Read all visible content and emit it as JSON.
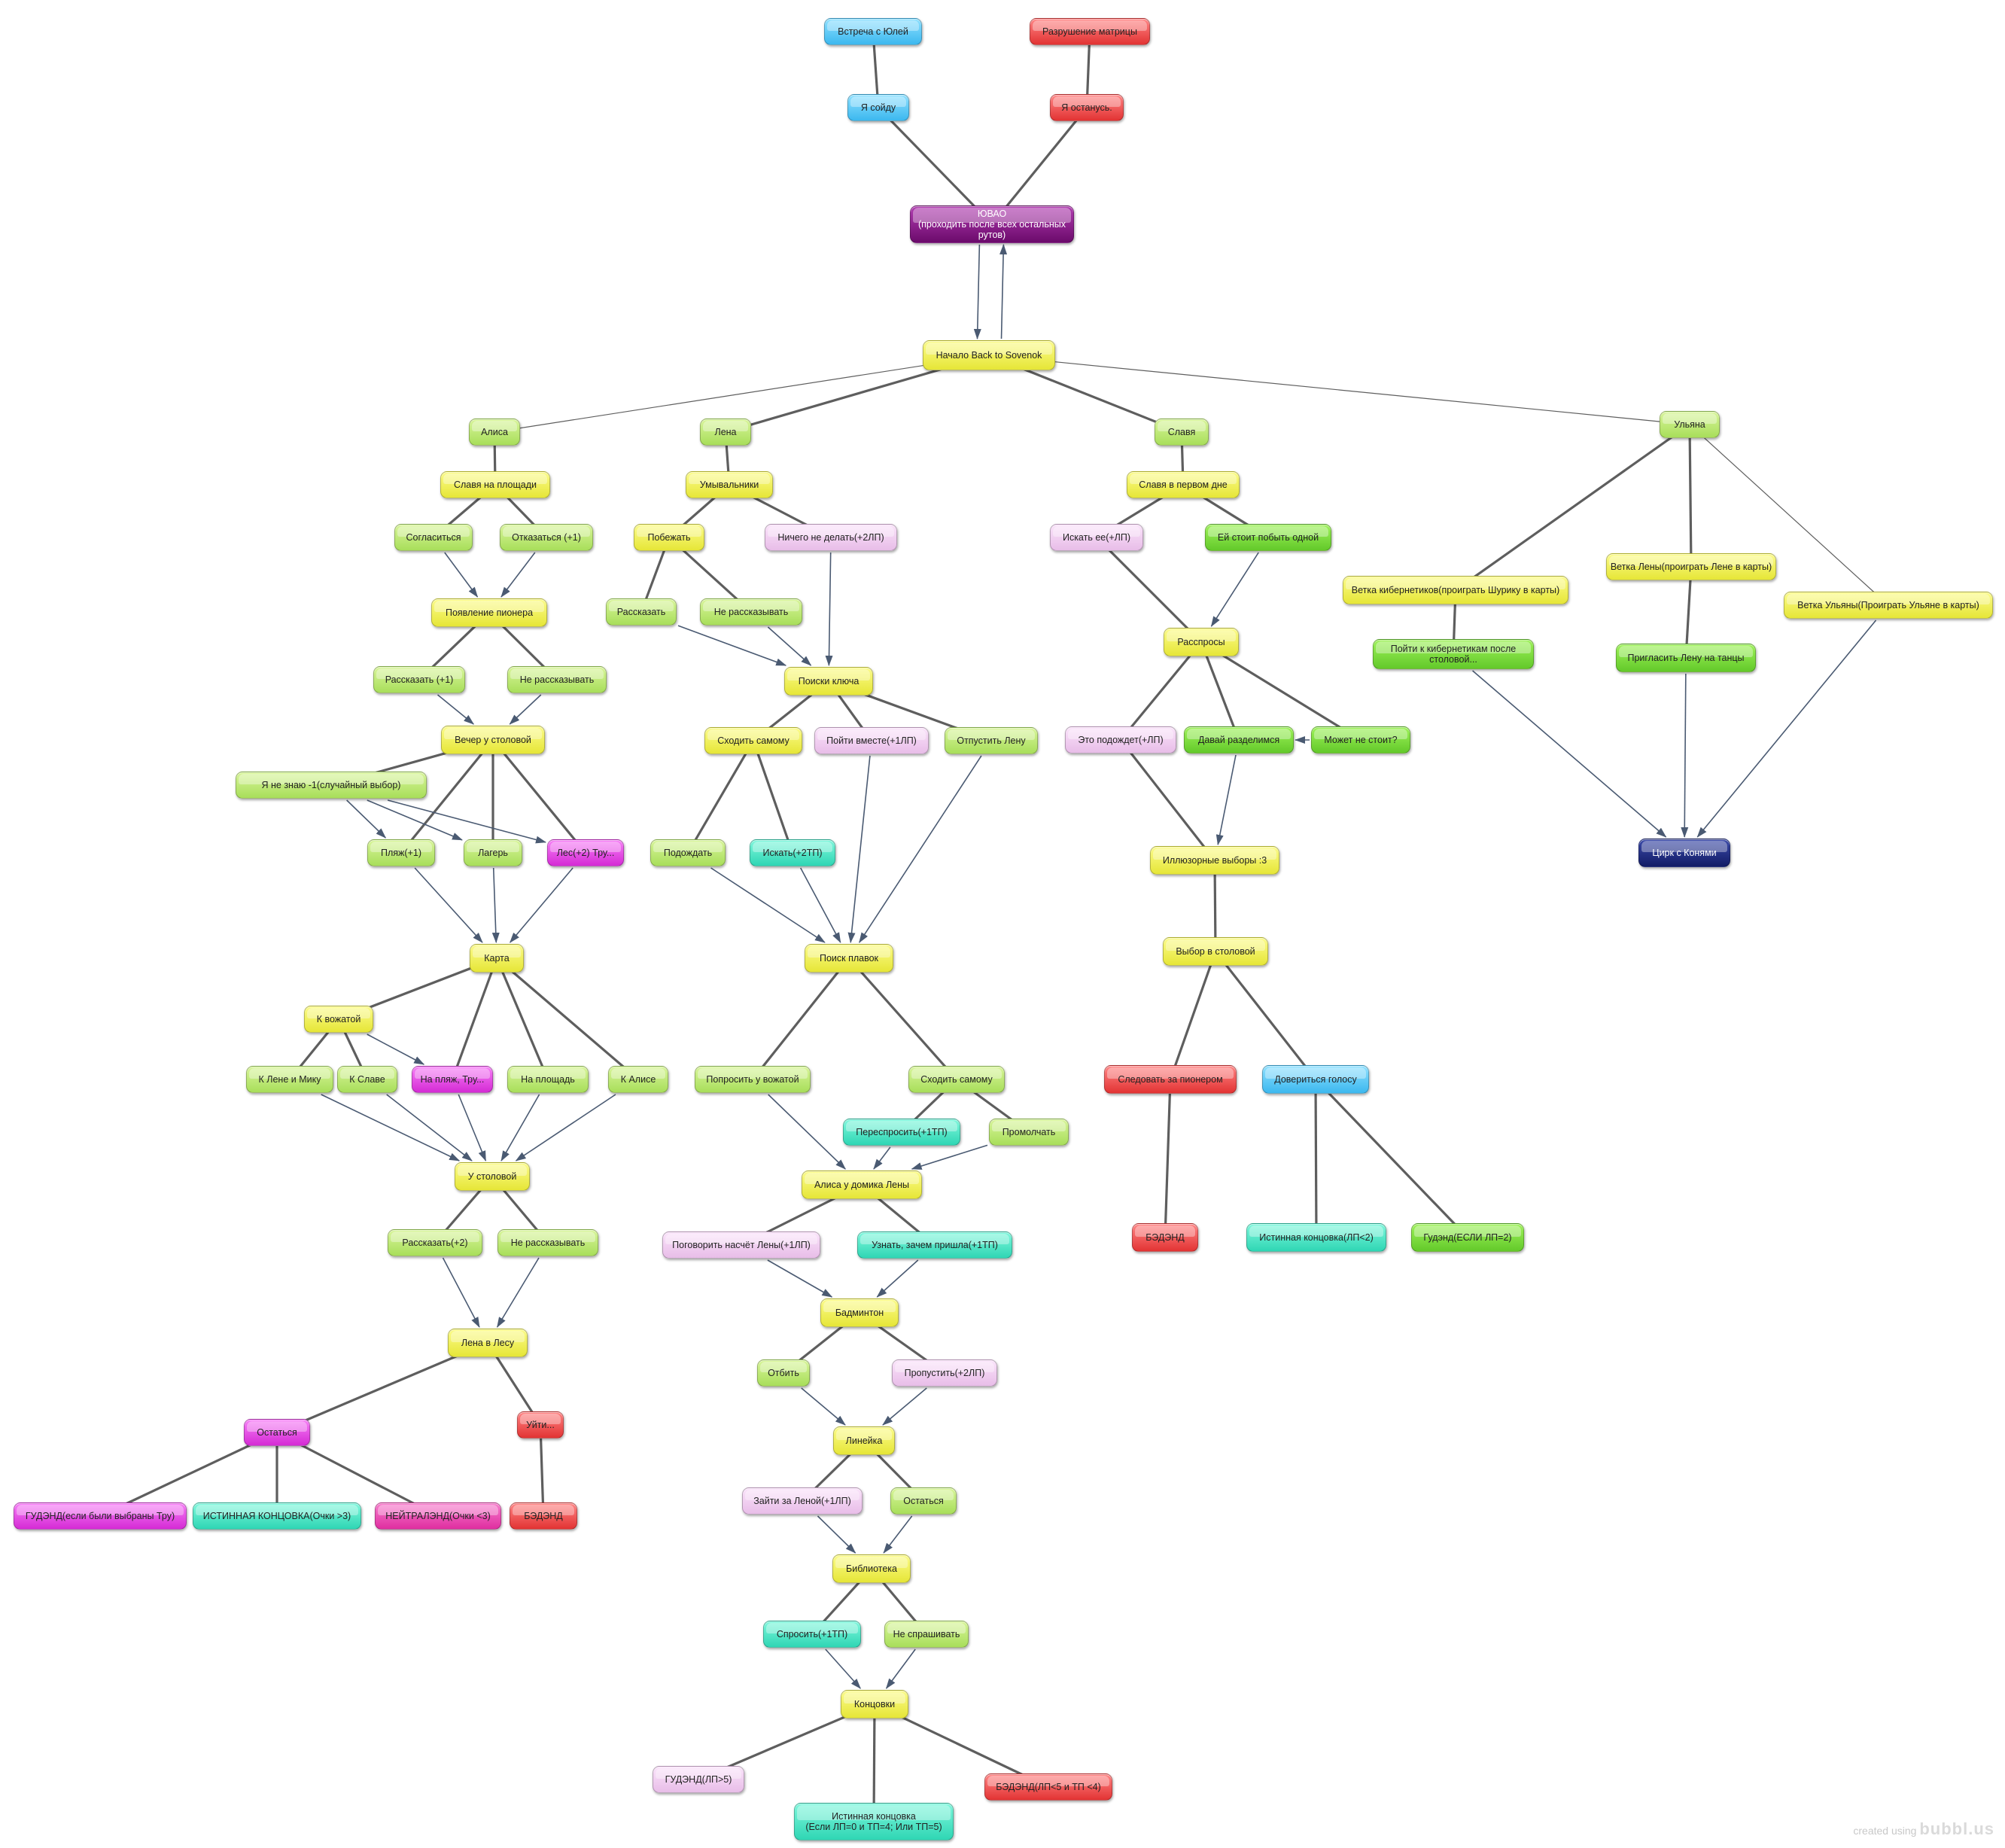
{
  "diagram": {
    "credit_prefix": "created using",
    "credit_brand": "bubbl.us",
    "nodes": [
      {
        "id": "yuli",
        "text": "Встреча с Юлей",
        "color": "blue"
      },
      {
        "id": "matrix",
        "text": "Разрушение матрицы",
        "color": "red"
      },
      {
        "id": "sojdu",
        "text": "Я сойду",
        "color": "blue"
      },
      {
        "id": "ostanus",
        "text": "Я останусь.",
        "color": "red"
      },
      {
        "id": "iovao",
        "text": "ЮВАО\n(проходить после всех остальных рутов)",
        "color": "purple"
      },
      {
        "id": "start",
        "text": "Начало Back to Sovenok",
        "color": "yellow"
      },
      {
        "id": "alisa",
        "text": "Алиса",
        "color": "lime"
      },
      {
        "id": "lena",
        "text": "Лена",
        "color": "lime"
      },
      {
        "id": "slavya",
        "text": "Славя",
        "color": "lime"
      },
      {
        "id": "ulyana",
        "text": "Ульяна",
        "color": "lime"
      },
      {
        "id": "a_slava_pl",
        "text": "Славя на площади",
        "color": "yellow"
      },
      {
        "id": "a_agree",
        "text": "Согласиться",
        "color": "lime"
      },
      {
        "id": "a_refuse",
        "text": "Отказаться (+1)",
        "color": "lime"
      },
      {
        "id": "a_pioneer",
        "text": "Появление пионера",
        "color": "yellow"
      },
      {
        "id": "a_tell1",
        "text": "Рассказать (+1)",
        "color": "lime"
      },
      {
        "id": "a_notell1",
        "text": "Не рассказывать",
        "color": "lime"
      },
      {
        "id": "a_vecher",
        "text": "Вечер у столовой",
        "color": "yellow"
      },
      {
        "id": "a_dunno",
        "text": "Я не знаю -1(случайный выбор)",
        "color": "lime"
      },
      {
        "id": "a_beach",
        "text": "Пляж(+1)",
        "color": "lime"
      },
      {
        "id": "a_camp",
        "text": "Лагерь",
        "color": "lime"
      },
      {
        "id": "a_forest",
        "text": "Лес(+2) Тру...",
        "color": "magenta"
      },
      {
        "id": "a_karta",
        "text": "Карта",
        "color": "yellow"
      },
      {
        "id": "a_vozh",
        "text": "К вожатой",
        "color": "yellow"
      },
      {
        "id": "a_lenamiku",
        "text": "К Лене и Мику",
        "color": "lime"
      },
      {
        "id": "a_kslave",
        "text": "К Славе",
        "color": "lime"
      },
      {
        "id": "a_beachtru",
        "text": "На пляж, Тру...",
        "color": "magenta"
      },
      {
        "id": "a_ploshad",
        "text": "На площадь",
        "color": "lime"
      },
      {
        "id": "a_kalise",
        "text": "К Алисе",
        "color": "lime"
      },
      {
        "id": "a_ustol",
        "text": "У столовой",
        "color": "yellow"
      },
      {
        "id": "a_tell2",
        "text": "Рассказать(+2)",
        "color": "lime"
      },
      {
        "id": "a_notell2",
        "text": "Не рассказывать",
        "color": "lime"
      },
      {
        "id": "a_lenales",
        "text": "Лена в Лесу",
        "color": "yellow"
      },
      {
        "id": "a_stay",
        "text": "Остаться",
        "color": "magenta"
      },
      {
        "id": "a_leave",
        "text": "Уйти...",
        "color": "red"
      },
      {
        "id": "a_good",
        "text": "ГУДЭНД(если были выбраны Тру)",
        "color": "magenta"
      },
      {
        "id": "a_true",
        "text": "ИСТИННАЯ КОНЦОВКА(Очки >3)",
        "color": "cyan"
      },
      {
        "id": "a_neutral",
        "text": "НЕЙТРАЛЭНД(Очки <3)",
        "color": "hotpink"
      },
      {
        "id": "a_bad",
        "text": "БЭДЭНД",
        "color": "red"
      },
      {
        "id": "l_umyv",
        "text": "Умывальники",
        "color": "yellow"
      },
      {
        "id": "l_run",
        "text": "Побежать",
        "color": "yellow"
      },
      {
        "id": "l_nothing",
        "text": "Ничего не делать(+2ЛП)",
        "color": "pink"
      },
      {
        "id": "l_tell",
        "text": "Рассказать",
        "color": "lime"
      },
      {
        "id": "l_notell",
        "text": "Не рассказывать",
        "color": "lime"
      },
      {
        "id": "l_key",
        "text": "Поиски ключа",
        "color": "yellow"
      },
      {
        "id": "l_goalone",
        "text": "Сходить самому",
        "color": "yellow"
      },
      {
        "id": "l_together",
        "text": "Пойти вместе(+1ЛП)",
        "color": "pink"
      },
      {
        "id": "l_letgo",
        "text": "Отпустить Лену",
        "color": "lime"
      },
      {
        "id": "l_wait",
        "text": "Подождать",
        "color": "lime"
      },
      {
        "id": "l_search",
        "text": "Искать(+2ТП)",
        "color": "cyan"
      },
      {
        "id": "l_swim",
        "text": "Поиск плавок",
        "color": "yellow"
      },
      {
        "id": "l_askvozh",
        "text": "Попросить у вожатой",
        "color": "lime"
      },
      {
        "id": "l_goalone2",
        "text": "Сходить самому",
        "color": "lime"
      },
      {
        "id": "l_reask",
        "text": "Переспросить(+1ТП)",
        "color": "cyan"
      },
      {
        "id": "l_silent",
        "text": "Промолчать",
        "color": "lime"
      },
      {
        "id": "l_alisahouse",
        "text": "Алиса у домика Лены",
        "color": "yellow"
      },
      {
        "id": "l_talklena",
        "text": "Поговорить насчёт Лены(+1ЛП)",
        "color": "pink"
      },
      {
        "id": "l_whycame",
        "text": "Узнать, зачем пришла(+1ТП)",
        "color": "cyan"
      },
      {
        "id": "l_badm",
        "text": "Бадминтон",
        "color": "yellow"
      },
      {
        "id": "l_hit",
        "text": "Отбить",
        "color": "lime"
      },
      {
        "id": "l_skip",
        "text": "Пропустить(+2ЛП)",
        "color": "pink"
      },
      {
        "id": "l_line",
        "text": "Линейка",
        "color": "yellow"
      },
      {
        "id": "l_forlena",
        "text": "Зайти за Леной(+1ЛП)",
        "color": "pink"
      },
      {
        "id": "l_stay",
        "text": "Остаться",
        "color": "lime"
      },
      {
        "id": "l_lib",
        "text": "Библиотека",
        "color": "yellow"
      },
      {
        "id": "l_ask",
        "text": "Спросить(+1ТП)",
        "color": "cyan"
      },
      {
        "id": "l_noask",
        "text": "Не спрашивать",
        "color": "lime"
      },
      {
        "id": "l_endings",
        "text": "Концовки",
        "color": "yellow"
      },
      {
        "id": "l_good",
        "text": "ГУДЭНД(ЛП>5)",
        "color": "pink"
      },
      {
        "id": "l_true",
        "text": "Истинная концовка\n(Если ЛП=0 и ТП=4; Или ТП=5)",
        "color": "cyan"
      },
      {
        "id": "l_bad",
        "text": "БЭДЭНД(ЛП<5 и ТП <4)",
        "color": "red"
      },
      {
        "id": "s_first",
        "text": "Славя в первом дне",
        "color": "yellow"
      },
      {
        "id": "s_seek",
        "text": "Искать ее(+ЛП)",
        "color": "pink"
      },
      {
        "id": "s_alone",
        "text": "Ей стоит побыть одной",
        "color": "green"
      },
      {
        "id": "s_quest",
        "text": "Расспросы",
        "color": "yellow"
      },
      {
        "id": "s_wait",
        "text": "Это подождет(+ЛП)",
        "color": "pink"
      },
      {
        "id": "s_split",
        "text": "Давай разделимся",
        "color": "green"
      },
      {
        "id": "s_maybe",
        "text": "Может не стоит?",
        "color": "green"
      },
      {
        "id": "s_illus",
        "text": "Иллюзорные выборы :3",
        "color": "yellow"
      },
      {
        "id": "s_canteen",
        "text": "Выбор в столовой",
        "color": "yellow"
      },
      {
        "id": "s_follow",
        "text": "Следовать за пионером",
        "color": "red"
      },
      {
        "id": "s_trust",
        "text": "Довериться голосу",
        "color": "blue"
      },
      {
        "id": "s_bad",
        "text": "БЭДЭНД",
        "color": "red"
      },
      {
        "id": "s_true",
        "text": "Истинная концовка(ЛП<2)",
        "color": "cyan"
      },
      {
        "id": "s_good",
        "text": "Гудэнд(ЕСЛИ ЛП=2)",
        "color": "green"
      },
      {
        "id": "u_cyber",
        "text": "Ветка кибернетиков(проиграть Шурику в карты)",
        "color": "yellow"
      },
      {
        "id": "u_lena",
        "text": "Ветка Лены(проиграть Лене в карты)",
        "color": "yellow"
      },
      {
        "id": "u_ulyana",
        "text": "Ветка Ульяны(Проиграть Ульяне в карты)",
        "color": "yellow"
      },
      {
        "id": "u_gocyber",
        "text": "Пойти к кибернетикам после столовой...",
        "color": "green"
      },
      {
        "id": "u_invite",
        "text": "Пригласить Лену на танцы",
        "color": "green"
      },
      {
        "id": "u_circus",
        "text": "Цирк с Конями",
        "color": "navy"
      }
    ],
    "edges": [
      [
        "yuli",
        "sojdu",
        "line"
      ],
      [
        "matrix",
        "ostanus",
        "line"
      ],
      [
        "sojdu",
        "iovao",
        "line"
      ],
      [
        "ostanus",
        "iovao",
        "line"
      ],
      [
        "iovao",
        "start",
        "arrow"
      ],
      [
        "start",
        "iovao",
        "arrow"
      ],
      [
        "start",
        "alisa",
        "thin"
      ],
      [
        "start",
        "lena",
        "line"
      ],
      [
        "start",
        "slavya",
        "line"
      ],
      [
        "start",
        "ulyana",
        "thin"
      ],
      [
        "alisa",
        "a_slava_pl",
        "line"
      ],
      [
        "a_slava_pl",
        "a_agree",
        "line"
      ],
      [
        "a_slava_pl",
        "a_refuse",
        "line"
      ],
      [
        "a_agree",
        "a_pioneer",
        "arrow"
      ],
      [
        "a_refuse",
        "a_pioneer",
        "arrow"
      ],
      [
        "a_pioneer",
        "a_tell1",
        "line"
      ],
      [
        "a_pioneer",
        "a_notell1",
        "line"
      ],
      [
        "a_tell1",
        "a_vecher",
        "arrow"
      ],
      [
        "a_notell1",
        "a_vecher",
        "arrow"
      ],
      [
        "a_vecher",
        "a_dunno",
        "line"
      ],
      [
        "a_vecher",
        "a_beach",
        "line"
      ],
      [
        "a_vecher",
        "a_camp",
        "line"
      ],
      [
        "a_vecher",
        "a_forest",
        "line"
      ],
      [
        "a_dunno",
        "a_beach",
        "arrow"
      ],
      [
        "a_dunno",
        "a_camp",
        "arrow"
      ],
      [
        "a_dunno",
        "a_forest",
        "arrow"
      ],
      [
        "a_beach",
        "a_karta",
        "arrow"
      ],
      [
        "a_camp",
        "a_karta",
        "arrow"
      ],
      [
        "a_forest",
        "a_karta",
        "arrow"
      ],
      [
        "a_karta",
        "a_vozh",
        "line"
      ],
      [
        "a_karta",
        "a_beachtru",
        "line"
      ],
      [
        "a_karta",
        "a_ploshad",
        "line"
      ],
      [
        "a_karta",
        "a_kalise",
        "line"
      ],
      [
        "a_vozh",
        "a_lenamiku",
        "line"
      ],
      [
        "a_vozh",
        "a_kslave",
        "line"
      ],
      [
        "a_vozh",
        "a_beachtru",
        "arrow"
      ],
      [
        "a_lenamiku",
        "a_ustol",
        "arrow"
      ],
      [
        "a_kslave",
        "a_ustol",
        "arrow"
      ],
      [
        "a_beachtru",
        "a_ustol",
        "arrow"
      ],
      [
        "a_ploshad",
        "a_ustol",
        "arrow"
      ],
      [
        "a_kalise",
        "a_ustol",
        "arrow"
      ],
      [
        "a_ustol",
        "a_tell2",
        "line"
      ],
      [
        "a_ustol",
        "a_notell2",
        "line"
      ],
      [
        "a_tell2",
        "a_lenales",
        "arrow"
      ],
      [
        "a_notell2",
        "a_lenales",
        "arrow"
      ],
      [
        "a_lenales",
        "a_stay",
        "line"
      ],
      [
        "a_lenales",
        "a_leave",
        "line"
      ],
      [
        "a_stay",
        "a_good",
        "line"
      ],
      [
        "a_stay",
        "a_true",
        "line"
      ],
      [
        "a_stay",
        "a_neutral",
        "line"
      ],
      [
        "a_leave",
        "a_bad",
        "line"
      ],
      [
        "lena",
        "l_umyv",
        "line"
      ],
      [
        "l_umyv",
        "l_run",
        "line"
      ],
      [
        "l_umyv",
        "l_nothing",
        "line"
      ],
      [
        "l_run",
        "l_tell",
        "line"
      ],
      [
        "l_run",
        "l_notell",
        "line"
      ],
      [
        "l_tell",
        "l_key",
        "arrow"
      ],
      [
        "l_notell",
        "l_key",
        "arrow"
      ],
      [
        "l_nothing",
        "l_key",
        "arrow"
      ],
      [
        "l_key",
        "l_goalone",
        "line"
      ],
      [
        "l_key",
        "l_together",
        "line"
      ],
      [
        "l_key",
        "l_letgo",
        "line"
      ],
      [
        "l_goalone",
        "l_wait",
        "line"
      ],
      [
        "l_goalone",
        "l_search",
        "line"
      ],
      [
        "l_wait",
        "l_swim",
        "arrow"
      ],
      [
        "l_search",
        "l_swim",
        "arrow"
      ],
      [
        "l_together",
        "l_swim",
        "arrow"
      ],
      [
        "l_letgo",
        "l_swim",
        "arrow"
      ],
      [
        "l_swim",
        "l_askvozh",
        "line"
      ],
      [
        "l_swim",
        "l_goalone2",
        "line"
      ],
      [
        "l_goalone2",
        "l_reask",
        "line"
      ],
      [
        "l_goalone2",
        "l_silent",
        "line"
      ],
      [
        "l_askvozh",
        "l_alisahouse",
        "arrow"
      ],
      [
        "l_reask",
        "l_alisahouse",
        "arrow"
      ],
      [
        "l_silent",
        "l_alisahouse",
        "arrow"
      ],
      [
        "l_alisahouse",
        "l_talklena",
        "line"
      ],
      [
        "l_alisahouse",
        "l_whycame",
        "line"
      ],
      [
        "l_talklena",
        "l_badm",
        "arrow"
      ],
      [
        "l_whycame",
        "l_badm",
        "arrow"
      ],
      [
        "l_badm",
        "l_hit",
        "line"
      ],
      [
        "l_badm",
        "l_skip",
        "line"
      ],
      [
        "l_hit",
        "l_line",
        "arrow"
      ],
      [
        "l_skip",
        "l_line",
        "arrow"
      ],
      [
        "l_line",
        "l_forlena",
        "line"
      ],
      [
        "l_line",
        "l_stay",
        "line"
      ],
      [
        "l_forlena",
        "l_lib",
        "arrow"
      ],
      [
        "l_stay",
        "l_lib",
        "arrow"
      ],
      [
        "l_lib",
        "l_ask",
        "line"
      ],
      [
        "l_lib",
        "l_noask",
        "line"
      ],
      [
        "l_ask",
        "l_endings",
        "arrow"
      ],
      [
        "l_noask",
        "l_endings",
        "arrow"
      ],
      [
        "l_endings",
        "l_good",
        "line"
      ],
      [
        "l_endings",
        "l_true",
        "line"
      ],
      [
        "l_endings",
        "l_bad",
        "line"
      ],
      [
        "slavya",
        "s_first",
        "line"
      ],
      [
        "s_first",
        "s_seek",
        "line"
      ],
      [
        "s_first",
        "s_alone",
        "line"
      ],
      [
        "s_seek",
        "s_quest",
        "line"
      ],
      [
        "s_alone",
        "s_quest",
        "arrow"
      ],
      [
        "s_quest",
        "s_wait",
        "line"
      ],
      [
        "s_quest",
        "s_split",
        "line"
      ],
      [
        "s_quest",
        "s_maybe",
        "line"
      ],
      [
        "s_maybe",
        "s_split",
        "arrow"
      ],
      [
        "s_wait",
        "s_illus",
        "line"
      ],
      [
        "s_split",
        "s_illus",
        "arrow"
      ],
      [
        "s_illus",
        "s_canteen",
        "line"
      ],
      [
        "s_canteen",
        "s_follow",
        "line"
      ],
      [
        "s_canteen",
        "s_trust",
        "line"
      ],
      [
        "s_follow",
        "s_bad",
        "line"
      ],
      [
        "s_trust",
        "s_true",
        "line"
      ],
      [
        "s_trust",
        "s_good",
        "line"
      ],
      [
        "ulyana",
        "u_cyber",
        "line"
      ],
      [
        "ulyana",
        "u_lena",
        "line"
      ],
      [
        "ulyana",
        "u_ulyana",
        "thin"
      ],
      [
        "u_cyber",
        "u_gocyber",
        "line"
      ],
      [
        "u_lena",
        "u_invite",
        "line"
      ],
      [
        "u_gocyber",
        "u_circus",
        "arrow"
      ],
      [
        "u_invite",
        "u_circus",
        "arrow"
      ],
      [
        "u_ulyana",
        "u_circus",
        "arrow"
      ]
    ]
  }
}
